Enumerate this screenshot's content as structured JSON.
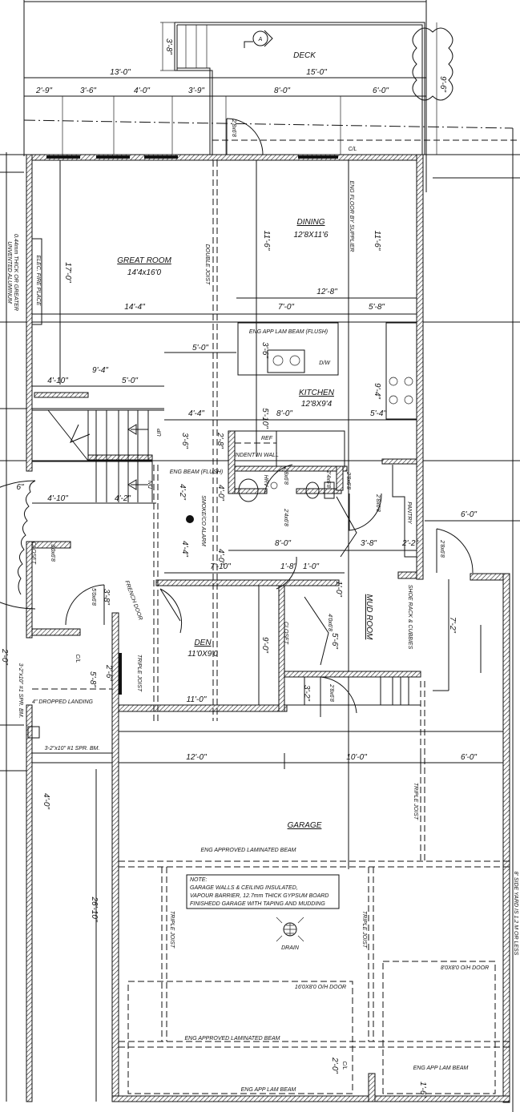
{
  "rooms": {
    "deck": "DECK",
    "great_room": "GREAT ROOM",
    "great_room_size": "14'4x16'0",
    "dining": "DINING",
    "dining_size": "12'8X11'6",
    "kitchen": "KITCHEN",
    "kitchen_size": "12'8X9'4",
    "den": "DEN",
    "den_size": "11'0X9'0",
    "garage": "GARAGE",
    "mud_room": "MUD ROOM",
    "pantry": "PANTRY",
    "closet": "CLOSET"
  },
  "note": {
    "title": "NOTE:",
    "lines": [
      "GARAGE WALLS & CEILING INSULATED,",
      "VAPOUR BARRIER, 12.7mm THICK GYPSUM BOARD",
      "FINISHEDD GARAGE WITH TAPING AND MUDDING"
    ]
  },
  "labels": [
    "13'-0\"",
    "15'-0\"",
    "2'-9\"",
    "3'-6\"",
    "4'-0\"",
    "3'-9\"",
    "8'-0\"",
    "6'-0\"",
    "3'-8\"",
    "9'-6\"",
    "2'8x6'8",
    "C/L",
    "17'-0\"",
    "14'-4\"",
    "DOUBLE JOIST",
    "11'-6\"",
    "11'-6\"",
    "ENG FLOOR BY SUPPLIER",
    "12'-8\"",
    "7'-0\"",
    "5'-8\"",
    "ENG APP LAM BEAM (FLUSH)",
    "3'-6\"",
    "D/W",
    "9'-4\"",
    "5'-4\"",
    "8'-0\"",
    "5'-10\"",
    "4'-4\"",
    "5'-0\"",
    "9'-4\"",
    "4'-10\"",
    "5'-0\"",
    "3'-6\"",
    "UP",
    "2'-8\"",
    "REF",
    "INDENT IN WALL",
    "ENG BEAM (FLUSH)",
    "DN",
    "4'-2\"",
    "4'-0\"",
    "HRV",
    "SMOKE/CO ALARM",
    "4'-4\"",
    "4'-0\"",
    "8'-0\"",
    "3'-8\"",
    "2'-2\"",
    "6'-0\"",
    "2'8x6'8",
    "4'-10\"",
    "4'-2\"",
    "6\"",
    "7'-10\"",
    "1'-8\"",
    "1'-0\"",
    "1'-0\"",
    "SHOE RACK & CUBBIES",
    "7'-2\"",
    "FRENCH DOOR",
    "3'-8\"",
    "9'-0\"",
    "CLOSET",
    "5'-6\"",
    "TRIPLE JOIST",
    "2'-6\"",
    "5'-8\"",
    "4\" DROPPED LANDING",
    "11'-0\"",
    "3'-2\"",
    "C/L",
    "2'-0\"",
    "3-2\"x10\" #1 SPR. BM.",
    "3-2\"x10\" #1 SPR. BM.",
    "12'-0\"",
    "10'-0\"",
    "6'-0\"",
    "4'-0\"",
    "TRIPLE JOIST",
    "ENG APPROVED LAMINATED BEAM",
    "26'-10\"",
    "DRAIN",
    "TRIPLE JOIST",
    "TRIPLE JOIST",
    "16'0X8'0 O/H DOOR",
    "8'0X8'0 O/H DOOR",
    "ENG APPROVED LAMINATED BEAM",
    "C/L",
    "2'-0\"",
    "ENG APP LAM BEAM",
    "ENG APP LAM BEAM",
    "1'-6\"",
    "UNVENTED ALUMINUM",
    "0.44mm THICK OR GREATER",
    "ELEC. FIRE PLACE",
    "8' SIDE YARD IS 1.2 M OR LESS",
    "2'8x6'8",
    "2'4x6'8",
    "2'4x6'8",
    "2'8x6'8",
    "4'0x6'8",
    "5'0x6'8",
    "2'8x6'8",
    "2'8x6'8",
    "3'0x6'8"
  ],
  "symbols": {
    "section_marker": "A"
  }
}
